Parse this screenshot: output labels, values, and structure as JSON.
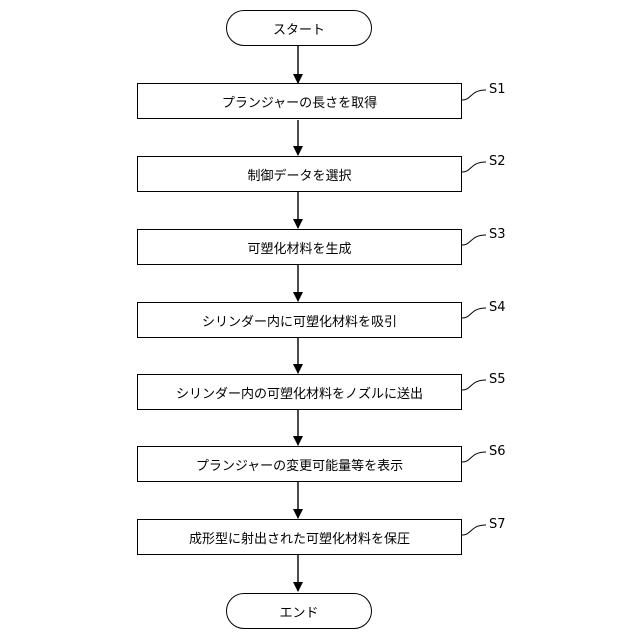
{
  "start_label": "スタート",
  "end_label": "エンド",
  "steps": [
    {
      "id": "S1",
      "text": "プランジャーの長さを取得"
    },
    {
      "id": "S2",
      "text": "制御データを選択"
    },
    {
      "id": "S3",
      "text": "可塑化材料を生成"
    },
    {
      "id": "S4",
      "text": "シリンダー内に可塑化材料を吸引"
    },
    {
      "id": "S5",
      "text": "シリンダー内の可塑化材料をノズルに送出"
    },
    {
      "id": "S6",
      "text": "プランジャーの変更可能量等を表示"
    },
    {
      "id": "S7",
      "text": "成形型に射出された可塑化材料を保圧"
    }
  ]
}
